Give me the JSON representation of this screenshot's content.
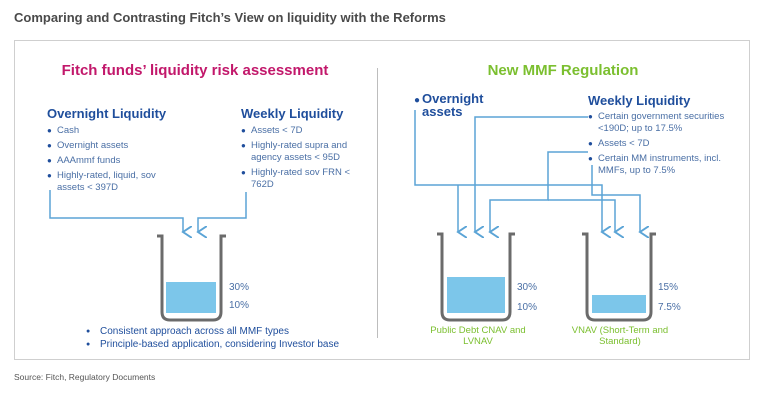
{
  "title": "Comparing and Contrasting Fitch’s View on liquidity with the Reforms",
  "source": "Source: Fitch, Regulatory Documents",
  "left": {
    "title": "Fitch funds’ liquidity risk assessment",
    "overnight": {
      "heading": "Overnight Liquidity",
      "items": [
        "Cash",
        "Overnight assets",
        "AAAmmf funds",
        "Highly-rated, liquid, sov assets < 397D"
      ]
    },
    "weekly": {
      "heading": "Weekly Liquidity",
      "items": [
        "Assets < 7D",
        "Highly-rated supra and agency assets < 95D",
        "Highly-rated sov FRN < 762D"
      ]
    },
    "beaker": {
      "upper_pct": "30%",
      "lower_pct": "10%",
      "fill_fraction": 0.3
    },
    "notes": [
      "Consistent approach across  all MMF types",
      "Principle-based application, considering Investor base"
    ]
  },
  "right": {
    "title": "New MMF Regulation",
    "overnight": {
      "heading": "Overnight assets"
    },
    "weekly": {
      "heading": "Weekly Liquidity",
      "items": [
        "Certain government securities <190D; up to 17.5%",
        "Assets < 7D",
        "Certain MM instruments, incl. MMFs, up to 7.5%"
      ]
    },
    "beaker_cnav": {
      "upper_pct": "30%",
      "lower_pct": "10%",
      "caption": "Public Debt CNAV and LVNAV",
      "fill_fraction": 0.3
    },
    "beaker_vnav": {
      "upper_pct": "15%",
      "lower_pct": "7.5%",
      "caption": "VNAV (Short-Term and Standard)",
      "fill_fraction": 0.15
    }
  },
  "colors": {
    "accent_blue": "#1f4e9c",
    "line_blue": "#5ba4d6",
    "magenta": "#c2186b",
    "green": "#7bbf2f",
    "liquid": "#7cc6ea"
  }
}
